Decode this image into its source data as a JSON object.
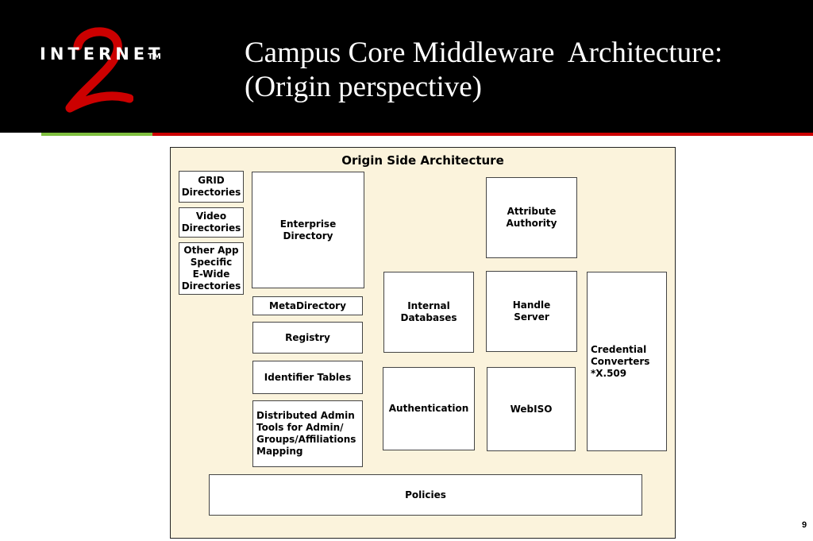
{
  "header": {
    "logo_text": "INTERNET",
    "logo_tm": "TM",
    "logo_numeral": "2",
    "title": "Campus Core Middleware  Architecture:\n(Origin perspective)"
  },
  "diagram": {
    "title": "Origin Side Architecture",
    "boxes": {
      "grid": "GRID\nDirectories",
      "video": "Video\nDirectories",
      "other_app": "Other App\nSpecific\nE-Wide\nDirectories",
      "enterprise": "Enterprise\nDirectory",
      "metadirectory": "MetaDirectory",
      "registry": "Registry",
      "identifier_tables": "Identifier Tables",
      "distributed_admin": "Distributed Admin\nTools for Admin/\nGroups/Affiliations\nMapping",
      "internal_db": "Internal\nDatabases",
      "authentication": "Authentication",
      "attribute_authority": "Attribute\nAuthority",
      "handle_server": "Handle\nServer",
      "webiso": "WebISO",
      "credential": "Credential\nConverters\n*X.509",
      "policies": "Policies"
    }
  },
  "footer": {
    "page_number": "9"
  },
  "colors": {
    "header_bg": "#000000",
    "logo_red": "#cc0000",
    "accent_green": "#7fbf3f",
    "accent_red": "#cc0000",
    "diagram_bg": "#fbf3dc"
  }
}
